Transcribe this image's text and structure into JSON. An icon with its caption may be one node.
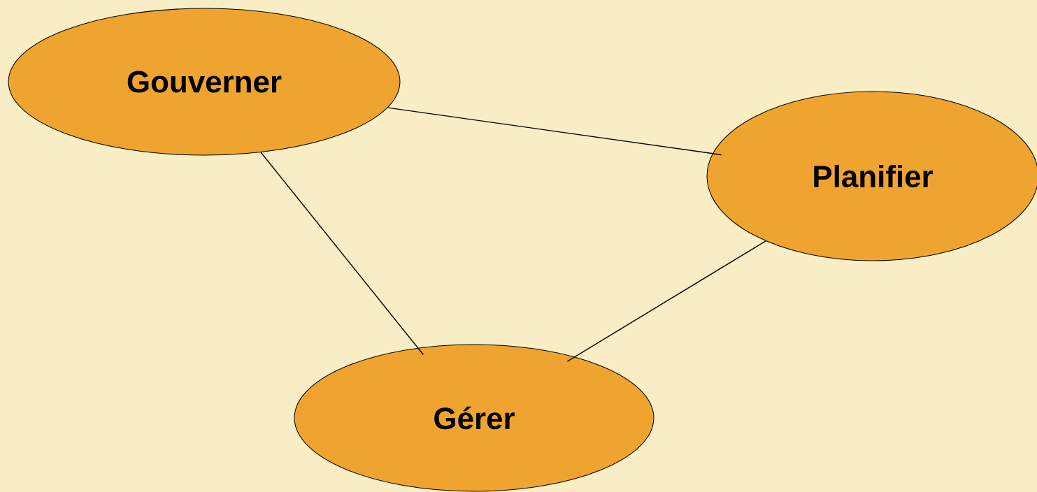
{
  "diagram": {
    "nodes": [
      {
        "text": [
          "Gouverner"
        ]
      },
      {
        "text": [
          "Planifier"
        ]
      },
      {
        "text": [
          "Gérer"
        ]
      }
    ],
    "edges": [
      {
        "from": 0,
        "to": 1,
        "arrow": "none"
      },
      {
        "from": 0,
        "to": 2,
        "arrow": "none"
      },
      {
        "from": 1,
        "to": 2,
        "arrow": "none"
      }
    ]
  }
}
